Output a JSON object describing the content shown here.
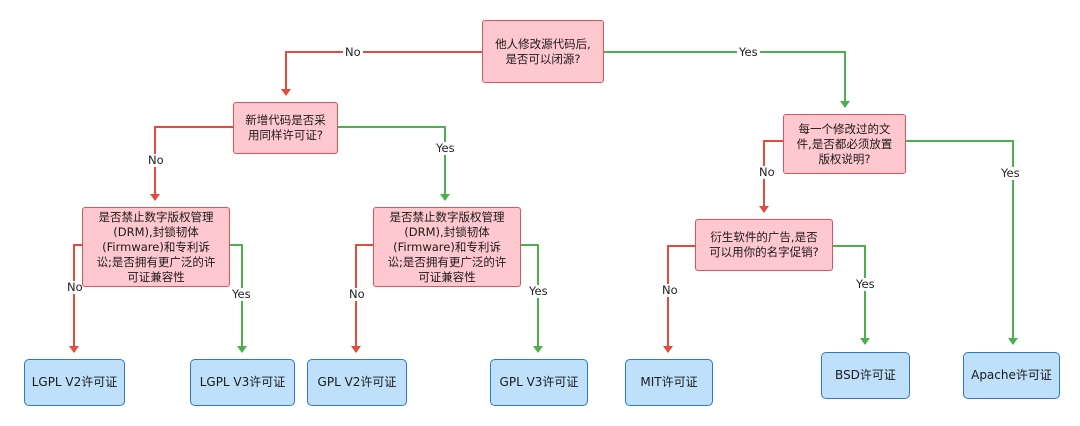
{
  "decisions": {
    "root": [
      "他人修改源代码后,",
      "是否可以闭源?"
    ],
    "new_code": [
      "新增代码是否采",
      "用同样许可证?"
    ],
    "drm_left": [
      "是否禁止数字版权管理",
      "(DRM),封锁韧体",
      "(Firmware)和专利诉",
      "讼;是否拥有更广泛的许",
      "可证兼容性"
    ],
    "drm_right": [
      "是否禁止数字版权管理",
      "(DRM),封锁韧体",
      "(Firmware)和专利诉",
      "讼;是否拥有更广泛的许",
      "可证兼容性"
    ],
    "copyright": [
      "每一个修改过的文",
      "件,是否都必须放置",
      "版权说明?"
    ],
    "ads": [
      "衍生软件的广告,是否",
      "可以用你的名字促销?"
    ]
  },
  "leaves": {
    "lgpl_v2": "LGPL V2许可证",
    "lgpl_v3": "LGPL V3许可证",
    "gpl_v2": "GPL V2许可证",
    "gpl_v3": "GPL V3许可证",
    "mit": "MIT许可证",
    "bsd": "BSD许可证",
    "apache": "Apache许可证"
  },
  "labels": {
    "no": "No",
    "yes": "Yes"
  },
  "colors": {
    "no_edge": "#e64a3c",
    "yes_edge": "#4caf50",
    "decision_fill": "#ffc7ce",
    "leaf_fill": "#bfe0fb"
  }
}
